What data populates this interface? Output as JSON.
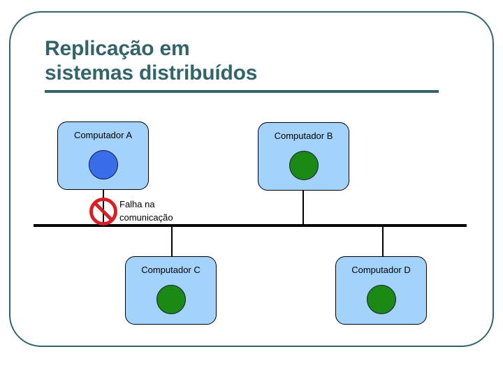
{
  "slide": {
    "title": "Replicação em\nsistemas distribuídos",
    "frame_color": "#33646a",
    "background": "#ffffff"
  },
  "diagram": {
    "type": "network-bus",
    "bus_label": "",
    "box_fill": "#a3d2fb",
    "box_border": "#000000",
    "nodes": [
      {
        "id": "a",
        "label": "Computador A",
        "status_color": "#3a6de9",
        "status": "blue",
        "position": "top-left",
        "connected": false
      },
      {
        "id": "b",
        "label": "Computador B",
        "status_color": "#1a8a14",
        "status": "green",
        "position": "top-right",
        "connected": true
      },
      {
        "id": "c",
        "label": "Computador C",
        "status_color": "#1a8a14",
        "status": "green",
        "position": "bottom-left",
        "connected": true
      },
      {
        "id": "d",
        "label": "Computador D",
        "status_color": "#1a8a14",
        "status": "green",
        "position": "bottom-right",
        "connected": true
      }
    ],
    "failure": {
      "label": "Falha na\ncomunicação",
      "icon": "no-entry-icon",
      "icon_color": "#d91f26",
      "on_node": "a"
    }
  }
}
